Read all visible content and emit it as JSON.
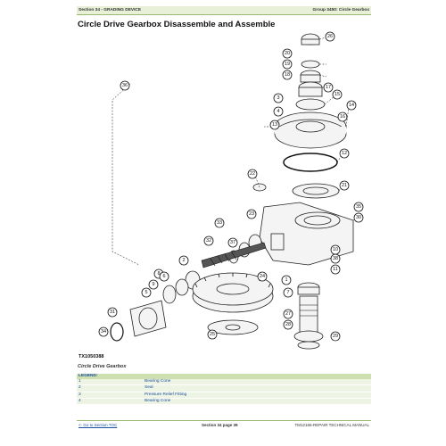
{
  "header": {
    "left": "Section 34 - GRADING DEVICE",
    "right": "Group 3450: Circle Gearbox"
  },
  "title": "Circle Drive Gearbox Disassemble and Assemble",
  "figure": {
    "id": "TX1050388",
    "caption": "Circle Drive Gearbox",
    "callouts": [
      "26",
      "20",
      "19",
      "18",
      "3",
      "4",
      "17",
      "15",
      "14",
      "16",
      "13",
      "12",
      "21",
      "22",
      "23",
      "35",
      "36",
      "30",
      "33",
      "37",
      "10",
      "38",
      "11",
      "32",
      "24",
      "1",
      "2",
      "8",
      "9",
      "5",
      "6",
      "7",
      "25",
      "27",
      "28",
      "29",
      "31",
      "34"
    ]
  },
  "legend": {
    "heading": "LEGEND:",
    "rows": [
      {
        "num": "1",
        "desc": "Bearing Cone"
      },
      {
        "num": "2",
        "desc": "Seal"
      },
      {
        "num": "3",
        "desc": "Pressure Relief Fitting"
      },
      {
        "num": "4",
        "desc": "Bearing Cone"
      }
    ]
  },
  "footer": {
    "toc_link": "<- Go to Section TOC",
    "page": "Section 34 page 39",
    "manual": "TM12166-REPAIR TECHNICAL MANUAL"
  }
}
